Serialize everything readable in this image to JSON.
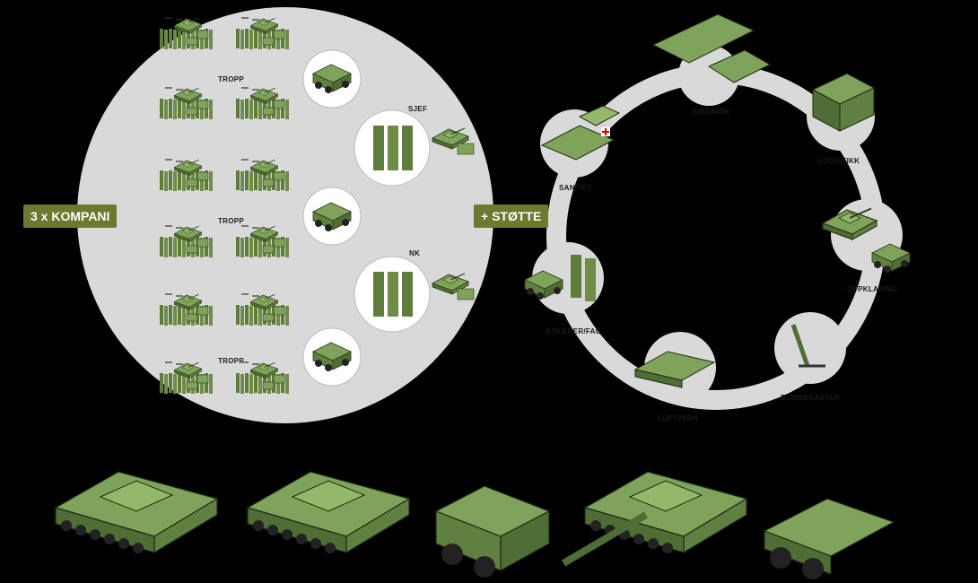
{
  "left_group": {
    "badge": "3 x KOMPANI",
    "platoon_labels": [
      "TROPP",
      "TROPP",
      "TROPP"
    ],
    "hq_label": "SJEF",
    "deputy_label": "NK"
  },
  "support": {
    "badge": "+ STØTTE",
    "units": {
      "engineer": "INGENIØR",
      "logistics": "LOGISTIKK",
      "reconnaissance": "OPPKLARING",
      "mortar": "BOMBEKASTER",
      "air_defence": "LUFTVERN",
      "fire_support": "ILDLEDER/FAC",
      "medical": "SANITET"
    }
  },
  "colors": {
    "olive": "#6b7a2e",
    "circle": "#d9d9d9",
    "vehicle": "#7fa35a",
    "vehicle_dark": "#4f6e35",
    "background": "#000000"
  }
}
